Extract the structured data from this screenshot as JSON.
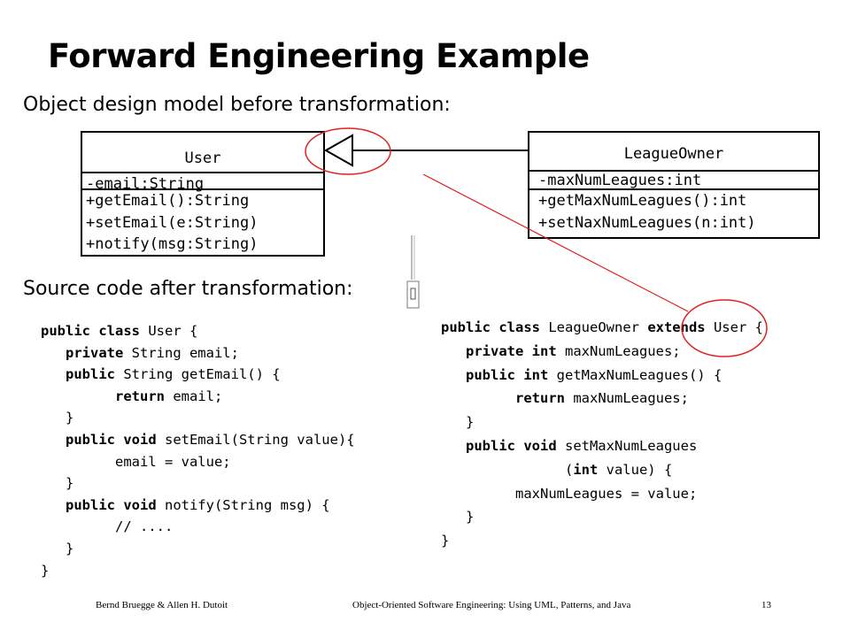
{
  "slide": {
    "title": "Forward Engineering Example",
    "subtitle_model": "Object design model before transformation:",
    "subtitle_code": "Source code after transformation:"
  },
  "uml": {
    "user": {
      "name": "User",
      "attributes": [
        "-email:String"
      ],
      "operations": [
        "+getEmail():String",
        "+setEmail(e:String)",
        "+notify(msg:String)"
      ]
    },
    "league_owner": {
      "name": "LeagueOwner",
      "attributes": [
        "-maxNumLeagues:int"
      ],
      "operations": [
        "+getMaxNumLeagues():int",
        "+setNaxNumLeagues(n:int)"
      ]
    }
  },
  "code": {
    "user": [
      [
        {
          "t": "public class ",
          "k": true
        },
        {
          "t": "User {"
        }
      ],
      [
        {
          "t": "   "
        },
        {
          "t": "private ",
          "k": true
        },
        {
          "t": "String email;"
        }
      ],
      [
        {
          "t": "   "
        },
        {
          "t": "public ",
          "k": true
        },
        {
          "t": "String getEmail() {"
        }
      ],
      [
        {
          "t": "         "
        },
        {
          "t": "return ",
          "k": true
        },
        {
          "t": "email;"
        }
      ],
      [
        {
          "t": "   }"
        }
      ],
      [
        {
          "t": "   "
        },
        {
          "t": "public void ",
          "k": true
        },
        {
          "t": "setEmail(String value){"
        }
      ],
      [
        {
          "t": "         email = value;"
        }
      ],
      [
        {
          "t": "   }"
        }
      ],
      [
        {
          "t": "   "
        },
        {
          "t": "public void ",
          "k": true
        },
        {
          "t": "notify(String msg) {"
        }
      ],
      [
        {
          "t": "         // ...."
        }
      ],
      [
        {
          "t": "   }"
        }
      ],
      [
        {
          "t": "}"
        }
      ]
    ],
    "league_owner": [
      [
        {
          "t": "public class ",
          "k": true
        },
        {
          "t": "LeagueOwner "
        },
        {
          "t": "extends ",
          "k": true
        },
        {
          "t": "User {"
        }
      ],
      [
        {
          "t": "   "
        },
        {
          "t": "private int ",
          "k": true
        },
        {
          "t": "maxNumLeagues;"
        }
      ],
      [
        {
          "t": "   "
        },
        {
          "t": "public int ",
          "k": true
        },
        {
          "t": "getMaxNumLeagues() {"
        }
      ],
      [
        {
          "t": "         "
        },
        {
          "t": "return ",
          "k": true
        },
        {
          "t": "maxNumLeagues;"
        }
      ],
      [
        {
          "t": "   }"
        }
      ],
      [
        {
          "t": "   "
        },
        {
          "t": "public void ",
          "k": true
        },
        {
          "t": "setMaxNumLeagues"
        }
      ],
      [
        {
          "t": "               ("
        },
        {
          "t": "int ",
          "k": true
        },
        {
          "t": "value) {"
        }
      ],
      [
        {
          "t": "         maxNumLeagues = value;"
        }
      ],
      [
        {
          "t": "   }"
        }
      ],
      [
        {
          "t": "}"
        }
      ]
    ]
  },
  "footer": {
    "authors": "Bernd Bruegge & Allen H. Dutoit",
    "book": "Object-Oriented Software Engineering: Using UML, Patterns, and Java",
    "page": "13"
  },
  "colors": {
    "annotation": "#e02020",
    "text": "#000000",
    "background": "#ffffff"
  }
}
